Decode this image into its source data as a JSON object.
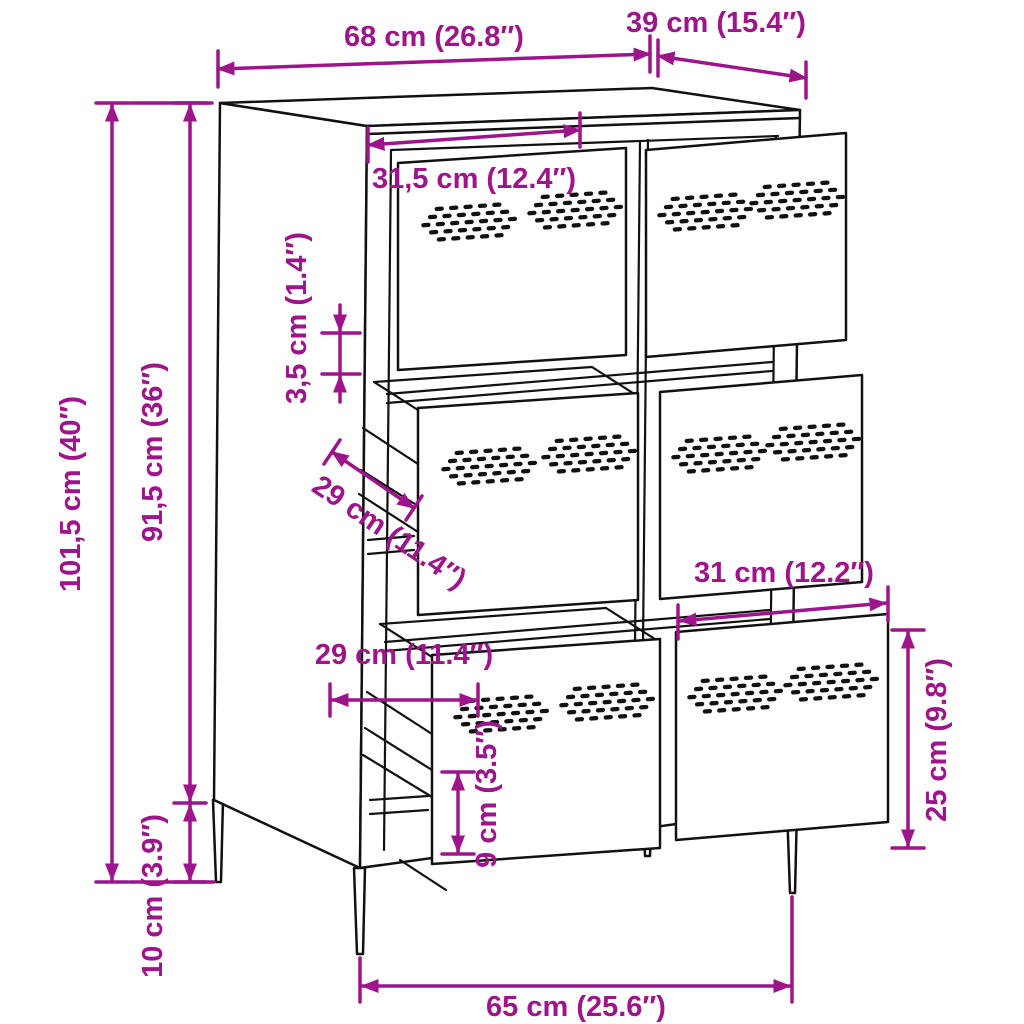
{
  "diagram": {
    "type": "product-dimension-diagram",
    "subject": "sideboard-with-six-perforated-drawers",
    "colors": {
      "dimension_annotation": "#9E148A",
      "line_art": "#111111",
      "background": "#FFFFFF"
    },
    "dimensions": {
      "top_width": "68 cm (26.8″)",
      "top_depth": "39 cm (15.4″)",
      "drawer_opening_width": "31,5 cm (12.4″)",
      "rail_gap_height": "3,5 cm (1.4″)",
      "total_height": "101,5 cm (40″)",
      "body_height": "91,5 cm (36″)",
      "drawer_depth_middle": "29 cm (11.4″)",
      "drawer_depth_bottom": "29 cm (11.4″)",
      "drawer_width_bottom_right": "31 cm (12.2″)",
      "drawer_front_height": "25 cm (9.8″)",
      "drawer_side_height": "9 cm (3.5″)",
      "leg_height": "10 cm (3.9″)",
      "base_width": "65 cm (25.6″)"
    }
  }
}
